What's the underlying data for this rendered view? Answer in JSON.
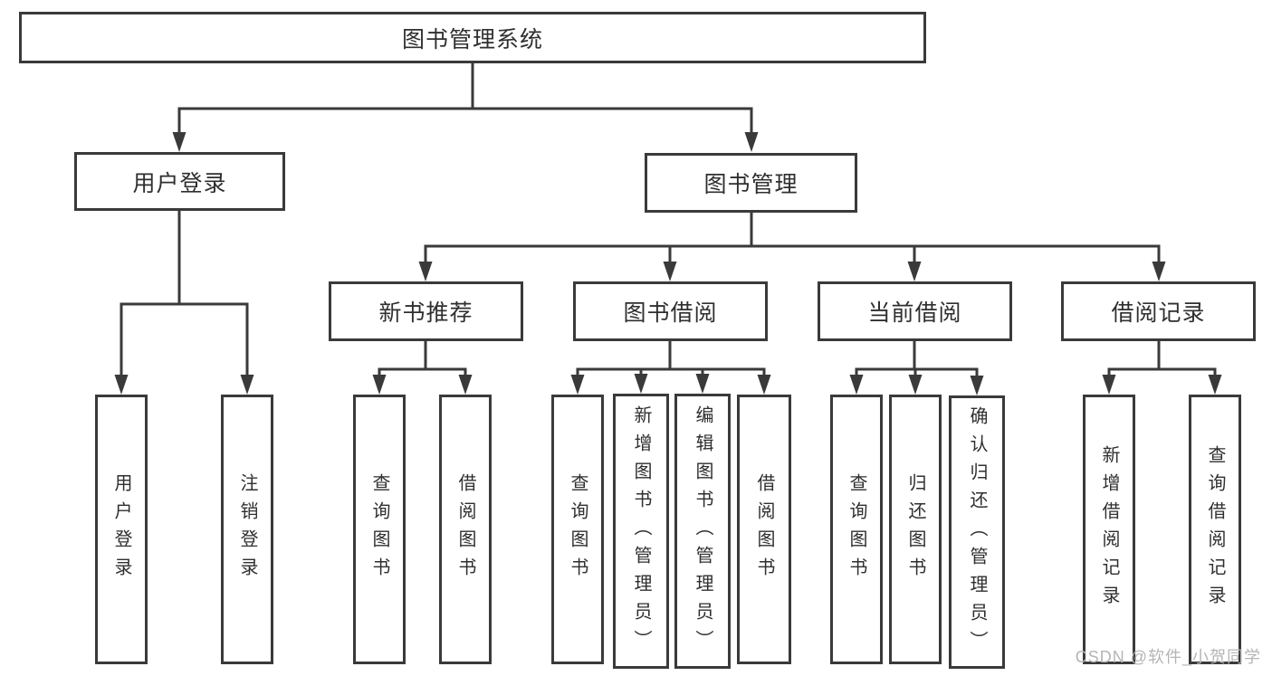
{
  "diagram": {
    "root": {
      "label": "图书管理系统",
      "children": [
        {
          "label": "用户登录",
          "children": [
            {
              "label": "用户登录"
            },
            {
              "label": "注销登录"
            }
          ]
        },
        {
          "label": "图书管理",
          "children": [
            {
              "label": "新书推荐",
              "children": [
                {
                  "label": "查询图书"
                },
                {
                  "label": "借阅图书"
                }
              ]
            },
            {
              "label": "图书借阅",
              "children": [
                {
                  "label": "查询图书"
                },
                {
                  "label": "新增图书（管理员）"
                },
                {
                  "label": "编辑图书（管理员）"
                },
                {
                  "label": "借阅图书"
                }
              ]
            },
            {
              "label": "当前借阅",
              "children": [
                {
                  "label": "查询图书"
                },
                {
                  "label": "归还图书"
                },
                {
                  "label": "确认归还（管理员）"
                }
              ]
            },
            {
              "label": "借阅记录",
              "children": [
                {
                  "label": "新增借阅记录"
                },
                {
                  "label": "查询借阅记录"
                }
              ]
            }
          ]
        }
      ]
    }
  },
  "watermark": "CSDN @软件_小贺同学",
  "colors": {
    "line": "#3a3a3a",
    "text": "#2f2f2f",
    "watermark": "#b5b5b5",
    "background": "#ffffff"
  }
}
